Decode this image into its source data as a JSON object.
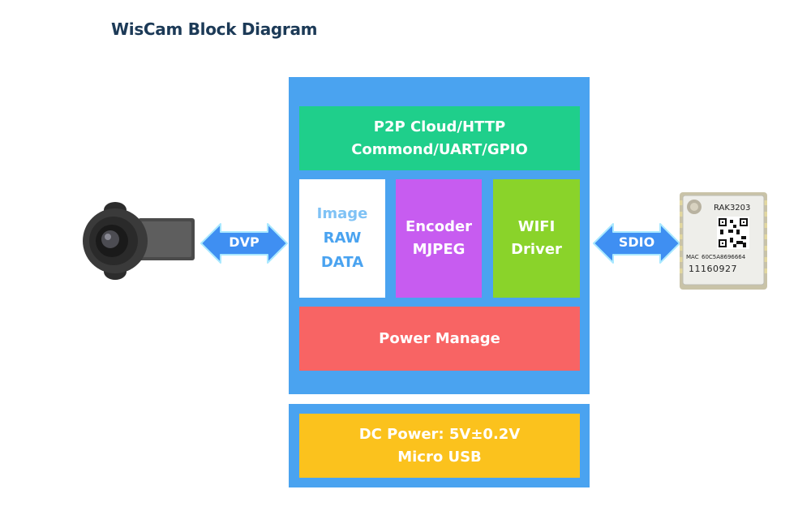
{
  "title": "WisCam Block Diagram",
  "blocks": {
    "p2p": {
      "line1": "P2P Cloud/HTTP",
      "line2": "Commond/UART/GPIO",
      "color": "#1fcf8b"
    },
    "image": {
      "line1": "Image",
      "line2": "RAW",
      "line3": "DATA",
      "color": "#ffffff",
      "text_color": "#4aa3f0"
    },
    "encoder": {
      "line1": "Encoder",
      "line2": "MJPEG",
      "color": "#c75cf0"
    },
    "wifi": {
      "line1": "WIFI",
      "line2": "Driver",
      "color": "#8ad32a"
    },
    "power_manage": {
      "label": "Power Manage",
      "color": "#f86464"
    },
    "dc_power": {
      "line1": "DC Power: 5V±0.2V",
      "line2": "Micro USB",
      "color": "#fbc21d"
    }
  },
  "panel_color": "#4aa3f0",
  "arrows": {
    "dvp": {
      "label": "DVP"
    },
    "sdio": {
      "label": "SDIO"
    }
  },
  "module": {
    "model": "RAK3203",
    "mac_label": "MAC",
    "mac_value": "60C5A8696664",
    "serial": "11160927"
  }
}
